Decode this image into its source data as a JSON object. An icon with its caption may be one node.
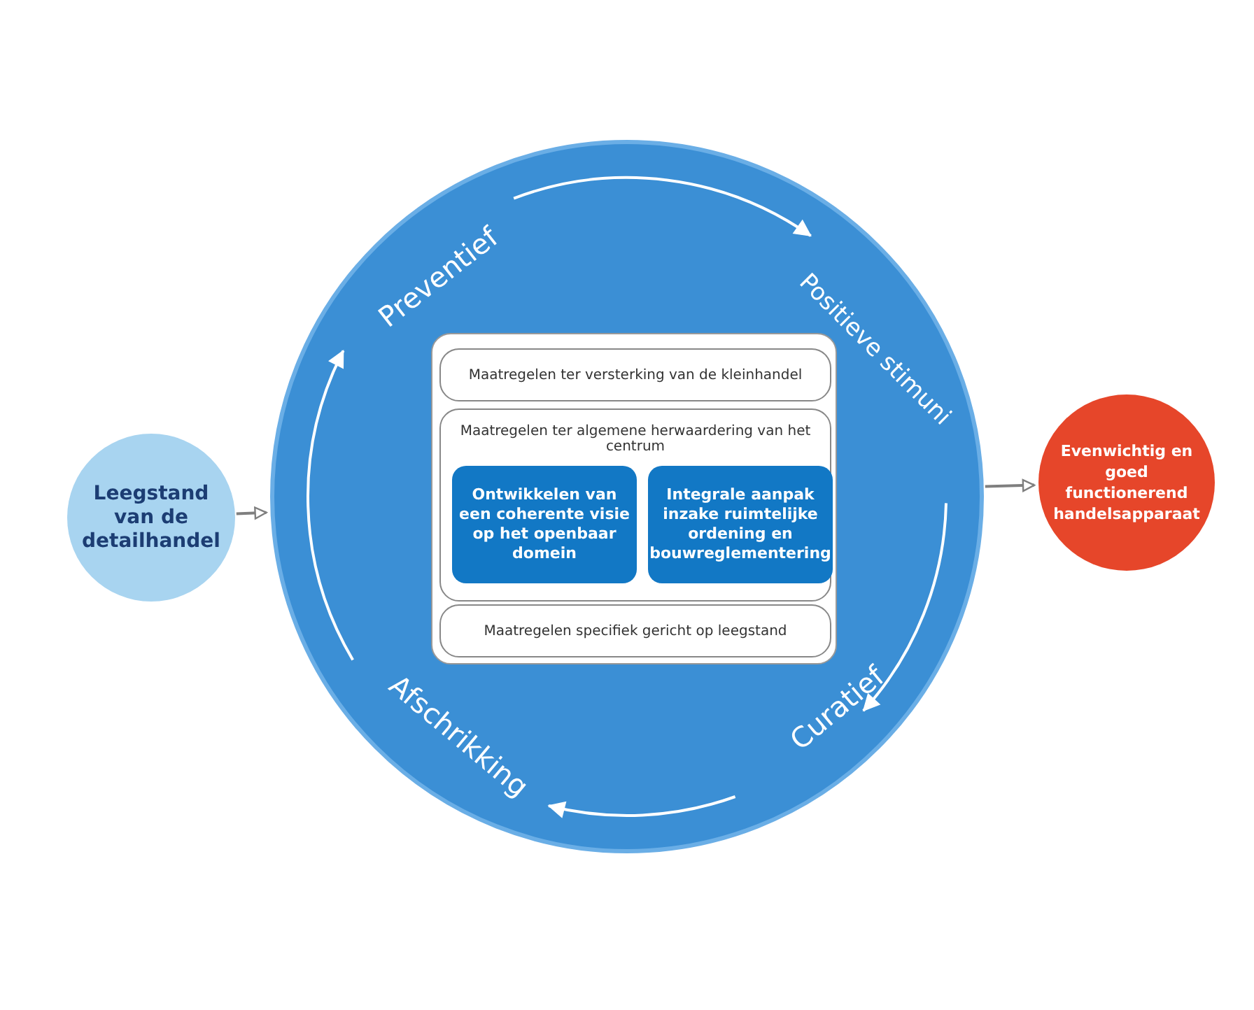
{
  "diagram": {
    "nodes": [
      {
        "text": [
          "Leegstand van de detailhandel"
        ]
      },
      {
        "text": [],
        "shape": "circle"
      },
      {
        "text": [
          "Preventief"
        ],
        "in": 1
      },
      {
        "text": [
          "Positieve stimuni"
        ],
        "in": 1
      },
      {
        "text": [
          "Curatief"
        ],
        "in": 1
      },
      {
        "text": [
          "Afschrikking"
        ],
        "in": 1
      },
      {
        "text": [],
        "shape": "box",
        "in": 1
      },
      {
        "text": [
          "Maatregelen ter versterking van de kleinhandel"
        ],
        "in": 6
      },
      {
        "text": [
          "Maatregelen ter algemene herwaardering van het centrum"
        ],
        "in": 6
      },
      {
        "text": [
          "Ontwikkelen van een coherente visie op het openbaar domein"
        ],
        "in": 8
      },
      {
        "text": [
          "Integrale aanpak inzake ruimtelijke ordening en bouwreglementering"
        ],
        "in": 8
      },
      {
        "text": [
          "Maatregelen specifiek gericht op leegstand"
        ],
        "in": 6
      },
      {
        "text": [
          "Evenwichtig en goed functionerend handelsapparaat"
        ]
      }
    ],
    "edges": [
      {
        "from": 0,
        "to": 1,
        "arrow": "to",
        "color": "#7f7f7f"
      },
      {
        "from": 1,
        "to": 12,
        "arrow": "to",
        "color": "#7f7f7f"
      },
      {
        "from": 2,
        "to": 3,
        "arrow": "to"
      },
      {
        "from": 3,
        "to": 4,
        "arrow": "to"
      },
      {
        "from": 4,
        "to": 5,
        "arrow": "to"
      },
      {
        "from": 5,
        "to": 2,
        "arrow": "to"
      }
    ]
  }
}
